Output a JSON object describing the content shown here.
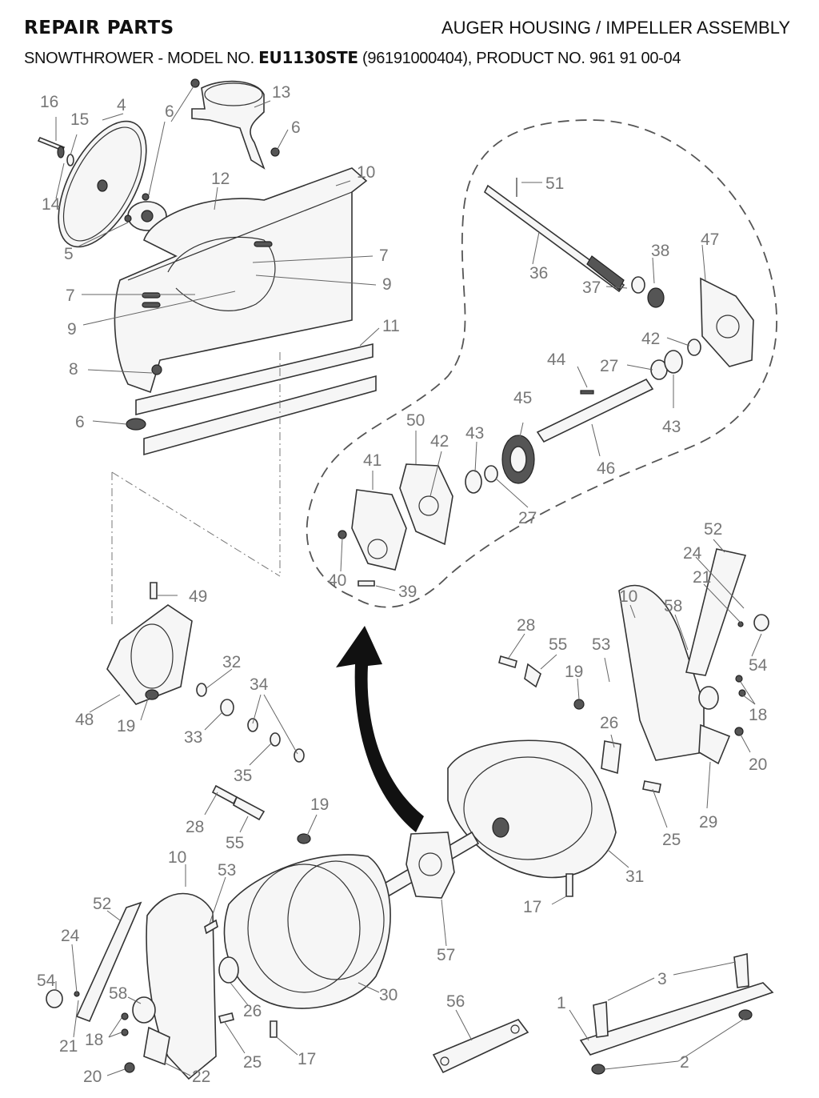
{
  "header": {
    "left_title": "REPAIR PARTS",
    "right_title": "AUGER HOUSING / IMPELLER ASSEMBLY",
    "subtitle_prefix": "SNOWTHROWER - MODEL NO. ",
    "model_no": "EU1130STE",
    "subtitle_suffix": " (96191000404), PRODUCT NO. 961 91 00-04"
  },
  "callouts": {
    "c16": "16",
    "c15": "15",
    "c4": "4",
    "c6a": "6",
    "c13": "13",
    "c6b": "6",
    "c14": "14",
    "c12": "12",
    "c10a": "10",
    "c5": "5",
    "c7a": "7",
    "c9a": "9",
    "c7b": "7",
    "c9b": "9",
    "c8": "8",
    "c11": "11",
    "c6c": "6",
    "c51": "51",
    "c36": "36",
    "c38": "38",
    "c37": "37",
    "c47": "47",
    "c42a": "42",
    "c27a": "27",
    "c44": "44",
    "c43a": "43",
    "c45": "45",
    "c50": "50",
    "c42b": "42",
    "c43b": "43",
    "c41": "41",
    "c46": "46",
    "c27b": "27",
    "c40": "40",
    "c39": "39",
    "c52a": "52",
    "c24a": "24",
    "c21a": "21",
    "c10b": "10",
    "c58a": "58",
    "c49": "49",
    "c28a": "28",
    "c55a": "55",
    "c53a": "53",
    "c54a": "54",
    "c32": "32",
    "c34": "34",
    "c19a": "19",
    "c18a": "18",
    "c26a": "26",
    "c48": "48",
    "c19b": "19",
    "c33": "33",
    "c35": "35",
    "c20a": "20",
    "c29": "29",
    "c25a": "25",
    "c28b": "28",
    "c19c": "19",
    "c55b": "55",
    "c31": "31",
    "c10c": "10",
    "c53b": "53",
    "c17a": "17",
    "c52b": "52",
    "c24b": "24",
    "c57": "57",
    "c54b": "54",
    "c58b": "58",
    "c30": "30",
    "c3": "3",
    "c18b": "18",
    "c26b": "26",
    "c56": "56",
    "c1": "1",
    "c21b": "21",
    "c25b": "25",
    "c17b": "17",
    "c2": "2",
    "c20b": "20",
    "c22": "22"
  }
}
